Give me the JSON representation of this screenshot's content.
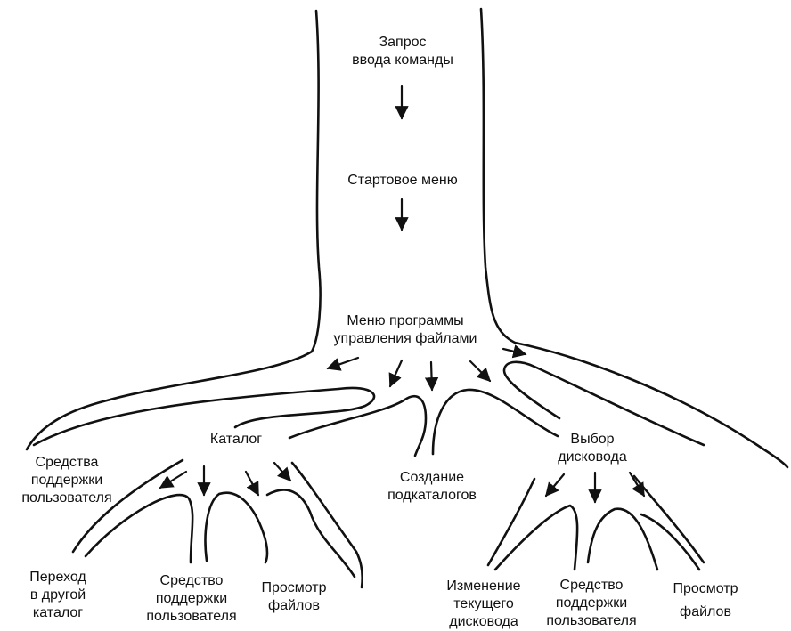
{
  "nodes": {
    "command_prompt": "Запрос\nввода команды",
    "start_menu": "Стартовое меню",
    "file_manager_menu": "Меню программы\nуправления файлами",
    "catalog": "Каталог",
    "create_subdirs": "Создание\nподкаталогов",
    "drive_select": "Выбор\nдисковода",
    "user_support_tools": "Средства\nподдержки\nпользователя",
    "go_other_catalog": "Переход\nв другой\nкаталог",
    "catalog_user_support": "Средство\nподдержки\nпользователя",
    "catalog_view_files": "Просмотр\nфайлов",
    "change_current_drive": "Изменение\nтекущего\nдисковода",
    "drive_user_support": "Средство\nподдержки\nпользователя",
    "drive_view_files": "Просмотр\nфайлов"
  },
  "colors": {
    "ink": "#111111",
    "background": "#ffffff"
  }
}
